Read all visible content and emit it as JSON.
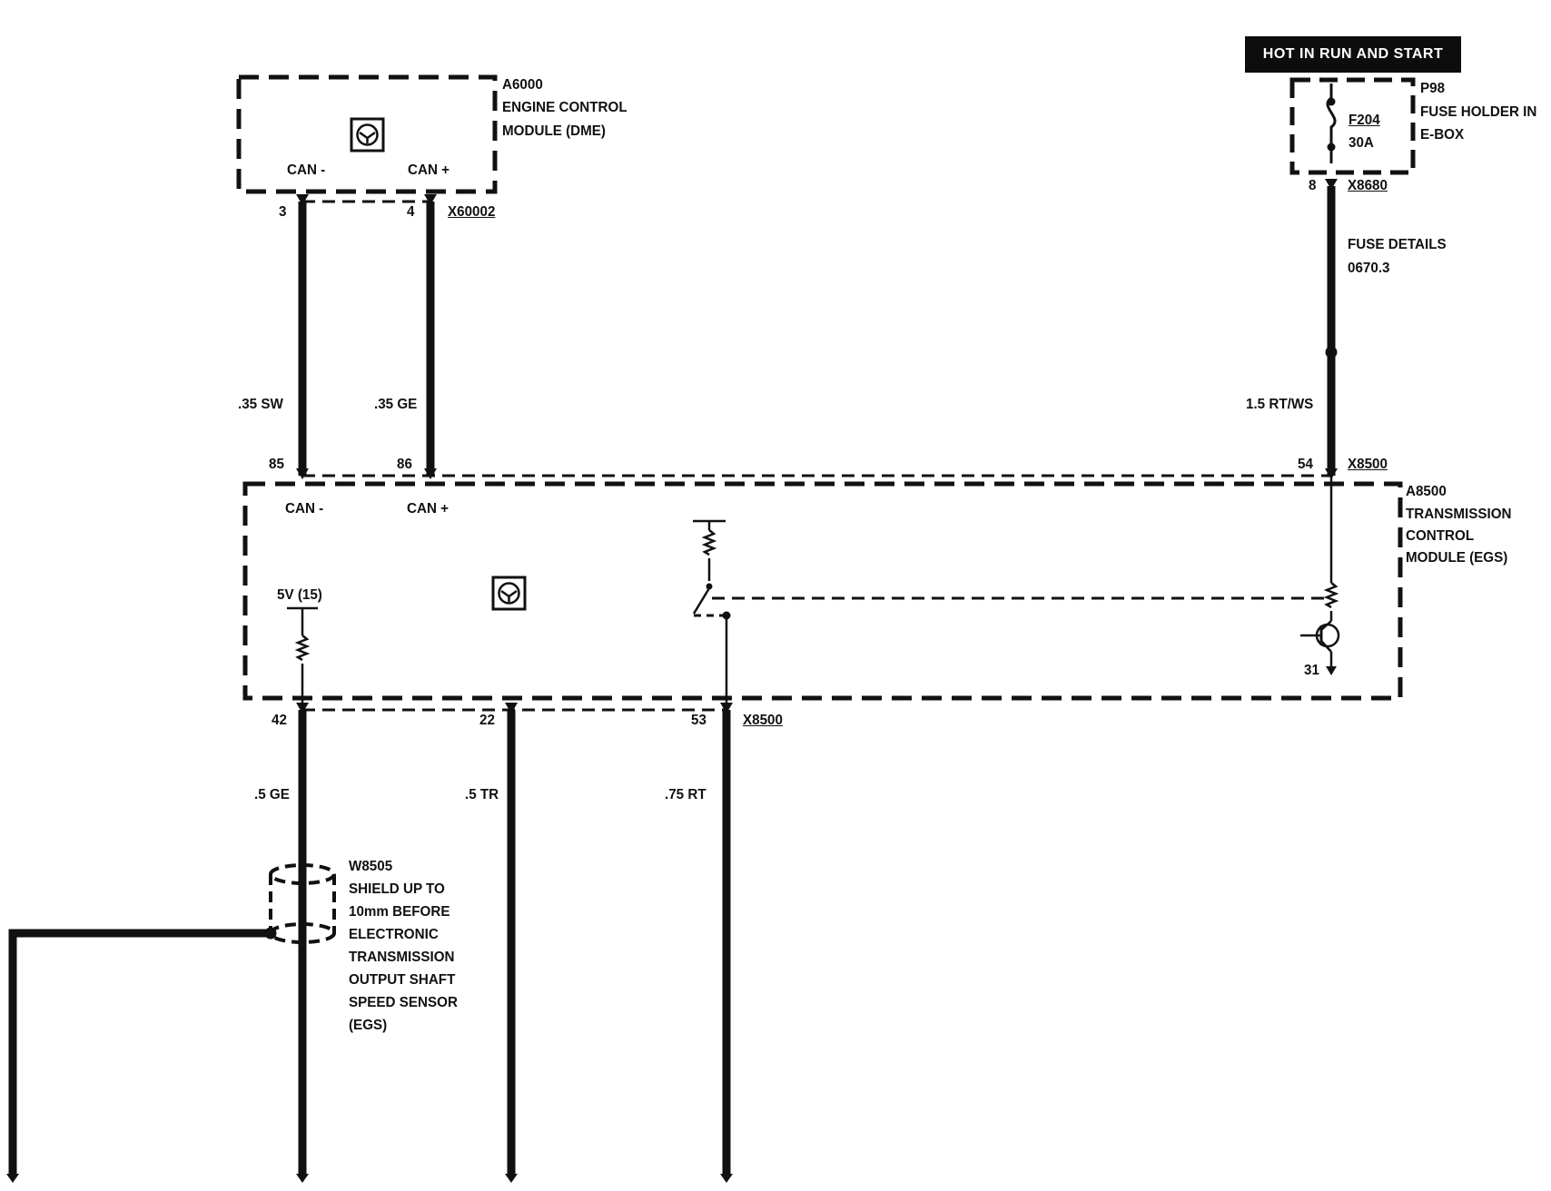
{
  "header": {
    "banner": "HOT IN RUN AND START"
  },
  "ecm": {
    "id": "A6000",
    "name1": "ENGINE CONTROL",
    "name2": "MODULE (DME)",
    "can_minus": "CAN -",
    "can_plus": "CAN +",
    "pin_can_minus": "3",
    "pin_can_plus": "4",
    "connector": "X60002"
  },
  "fuse": {
    "holder_id": "P98",
    "holder1": "FUSE HOLDER IN",
    "holder2": "E-BOX",
    "fuse_id": "F204",
    "rating": "30A",
    "pin": "8",
    "connector": "X8680",
    "details1": "FUSE DETAILS",
    "details2": "0670.3"
  },
  "wires": {
    "can_minus": ".35 SW",
    "can_plus": ".35 GE",
    "power": "1.5 RT/WS",
    "speed_sig": ".5 GE",
    "w22": ".5 TR",
    "w53": ".75 RT"
  },
  "tcm": {
    "id": "A8500",
    "name1": "TRANSMISSION",
    "name2": "CONTROL",
    "name3": "MODULE (EGS)",
    "pin_can_minus": "85",
    "pin_can_plus": "86",
    "pin_power": "54",
    "connector_top": "X8500",
    "can_minus": "CAN -",
    "can_plus": "CAN +",
    "supply": "5V (15)",
    "ground_pin": "31",
    "pin_42": "42",
    "pin_22": "22",
    "pin_53": "53",
    "connector_bottom": "X8500"
  },
  "shield": {
    "id": "W8505",
    "lines": [
      "SHIELD UP TO",
      "10mm BEFORE",
      "ELECTRONIC",
      "TRANSMISSION",
      "OUTPUT SHAFT",
      "SPEED SENSOR",
      "(EGS)"
    ]
  }
}
